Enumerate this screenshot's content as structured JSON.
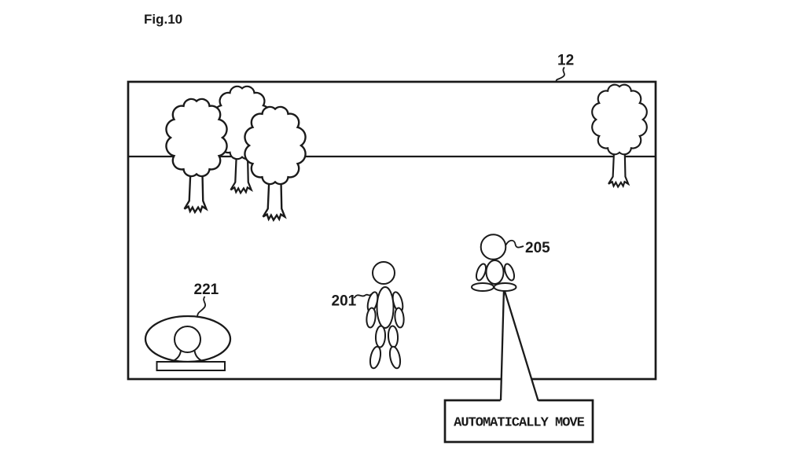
{
  "figure_label": "Fig.10",
  "references": {
    "screen": "12",
    "dome_character": "221",
    "player_character": "201",
    "moving_character": "205"
  },
  "callout": {
    "text": "AUTOMATICALLY MOVE"
  },
  "colors": {
    "ink": "#1a1a1a",
    "paper": "#ffffff"
  }
}
